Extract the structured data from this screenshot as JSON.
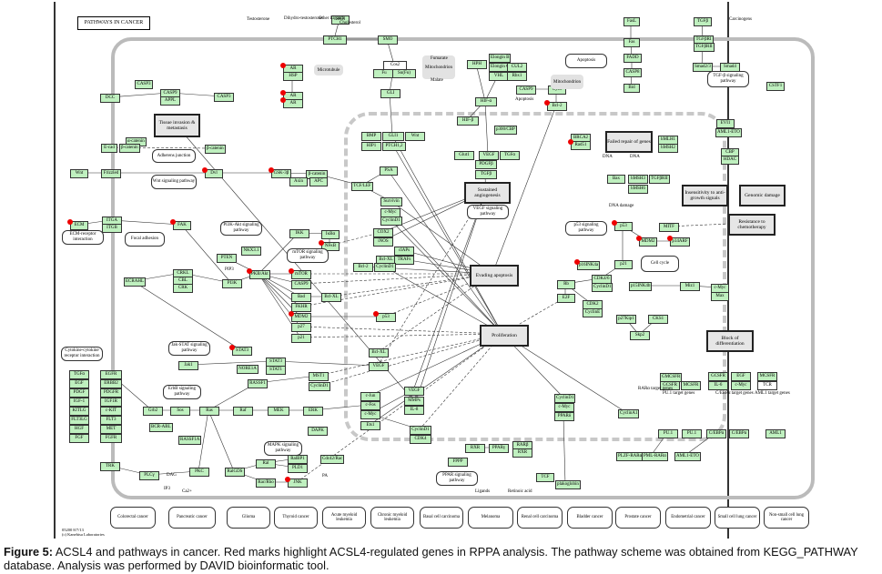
{
  "diagram": {
    "title": "PATHWAYS IN CANCER",
    "copyright": [
      "05200 8/7/13",
      "(c) Kanehisa Laboratories"
    ],
    "highlight_color": "#e00000",
    "gene_box_color": "#bff0bf",
    "genes": [
      {
        "id": "shh",
        "label": "SHH"
      },
      {
        "id": "ptch1",
        "label": "PTCH1"
      },
      {
        "id": "smo",
        "label": "SMO"
      },
      {
        "id": "cos2",
        "label": "Cos2",
        "white": true
      },
      {
        "id": "fu",
        "label": "Fu"
      },
      {
        "id": "sufu",
        "label": "Su(Fu)"
      },
      {
        "id": "gli",
        "label": "GLI"
      },
      {
        "id": "bmp",
        "label": "BMP"
      },
      {
        "id": "gli1",
        "label": "GLI1"
      },
      {
        "id": "wnt2",
        "label": "Wnt"
      },
      {
        "id": "hip1",
        "label": "HIP1"
      },
      {
        "id": "ptch1b",
        "label": "PTCH1,2"
      },
      {
        "id": "fh",
        "label": "FH"
      },
      {
        "id": "hph",
        "label": "HPH"
      },
      {
        "id": "elonginb",
        "label": "Elongin B"
      },
      {
        "id": "elonginc",
        "label": "Elongin C"
      },
      {
        "id": "cul2",
        "label": "CUL2"
      },
      {
        "id": "vhl",
        "label": "VHL"
      },
      {
        "id": "rbx1",
        "label": "Rbx1"
      },
      {
        "id": "hifa",
        "label": "HIF-α"
      },
      {
        "id": "hifb",
        "label": "HIF-β"
      },
      {
        "id": "p300",
        "label": "p300/CBP"
      },
      {
        "id": "glut1",
        "label": "Glut1"
      },
      {
        "id": "vegf1",
        "label": "VEGF"
      },
      {
        "id": "tgfa",
        "label": "TGFα"
      },
      {
        "id": "pdgfb",
        "label": "PDGFβ"
      },
      {
        "id": "tgfb",
        "label": "TGFβ"
      },
      {
        "id": "casp9a",
        "label": "CASP9"
      },
      {
        "id": "cytc",
        "label": "CytC"
      },
      {
        "id": "bcl2a",
        "label": "Bcl-2",
        "red": true
      },
      {
        "id": "fasl",
        "label": "FasL"
      },
      {
        "id": "fas",
        "label": "Fas"
      },
      {
        "id": "fadd",
        "label": "FADD"
      },
      {
        "id": "casp8",
        "label": "CASP8"
      },
      {
        "id": "bid",
        "label": "Bid"
      },
      {
        "id": "brca2",
        "label": "BRCA2"
      },
      {
        "id": "rad51",
        "label": "Rad51",
        "red": true
      },
      {
        "id": "mlh1",
        "label": "hMLH1"
      },
      {
        "id": "msh2",
        "label": "hMSH2"
      },
      {
        "id": "bax",
        "label": "Bax"
      },
      {
        "id": "msh3",
        "label": "hMSH3"
      },
      {
        "id": "tgfbr2b",
        "label": "TGFβRII"
      },
      {
        "id": "msh6",
        "label": "hMSH6"
      },
      {
        "id": "tgfb2",
        "label": "TGFβ"
      },
      {
        "id": "tgfbr1",
        "label": "TGFβRI"
      },
      {
        "id": "tgfbr2",
        "label": "TGFβRII"
      },
      {
        "id": "smad23",
        "label": "Smad2/3"
      },
      {
        "id": "smad4",
        "label": "Smad4"
      },
      {
        "id": "cstf1",
        "label": "CSTF1"
      },
      {
        "id": "evi1",
        "label": "EVI1"
      },
      {
        "id": "aml1eto",
        "label": "AML1-ETO"
      },
      {
        "id": "cbp",
        "label": "CBP"
      },
      {
        "id": "hdac",
        "label": "HDAC"
      },
      {
        "id": "dcc",
        "label": "DCC"
      },
      {
        "id": "casp3a",
        "label": "CASP3"
      },
      {
        "id": "casp9b",
        "label": "CASP9"
      },
      {
        "id": "appl",
        "label": "APPL"
      },
      {
        "id": "casp3b",
        "label": "CASP3"
      },
      {
        "id": "ar1",
        "label": "AR",
        "red": true
      },
      {
        "id": "hsp",
        "label": "HSP"
      },
      {
        "id": "ar2",
        "label": "AR",
        "red": true
      },
      {
        "id": "ar3",
        "label": "AR",
        "red": true
      },
      {
        "id": "acat",
        "label": "α-catenin"
      },
      {
        "id": "ecad",
        "label": "E-cad"
      },
      {
        "id": "bcat1",
        "label": "β-catenin"
      },
      {
        "id": "bcat2",
        "label": "β-catenin"
      },
      {
        "id": "wnt",
        "label": "Wnt"
      },
      {
        "id": "frizzled",
        "label": "Frizzled"
      },
      {
        "id": "dvl",
        "label": "Dvl",
        "red": true
      },
      {
        "id": "gsk3b",
        "label": "GSK-3β",
        "red": true
      },
      {
        "id": "bcat3",
        "label": "β-catenin"
      },
      {
        "id": "axin",
        "label": "Axin"
      },
      {
        "id": "apc",
        "label": "APC"
      },
      {
        "id": "tcflef",
        "label": "TCF/LEF"
      },
      {
        "id": "psa",
        "label": "PSA"
      },
      {
        "id": "survivin",
        "label": "Survivin"
      },
      {
        "id": "cmyc1",
        "label": "c-Myc"
      },
      {
        "id": "cyclind1a",
        "label": "CyclinD1"
      },
      {
        "id": "ecm",
        "label": "ECM",
        "red": true
      },
      {
        "id": "itga",
        "label": "ITGA"
      },
      {
        "id": "itgb",
        "label": "ITGB"
      },
      {
        "id": "fak",
        "label": "FAK",
        "red": true
      },
      {
        "id": "ecrahl",
        "label": "ECRAHL"
      },
      {
        "id": "crkl",
        "label": "CRKL"
      },
      {
        "id": "cbl",
        "label": "CBL"
      },
      {
        "id": "crk",
        "label": "CRK"
      },
      {
        "id": "pten",
        "label": "PTEN"
      },
      {
        "id": "nkx31",
        "label": "NKX3.1"
      },
      {
        "id": "pi3k",
        "label": "PI3K"
      },
      {
        "id": "pkbakt",
        "label": "PKB/Akt",
        "red": true
      },
      {
        "id": "ikk",
        "label": "IKK"
      },
      {
        "id": "ikba",
        "label": "IκBα"
      },
      {
        "id": "nfkb",
        "label": "NFκB",
        "red": true
      },
      {
        "id": "cox2",
        "label": "COX2"
      },
      {
        "id": "inos",
        "label": "iNOS"
      },
      {
        "id": "ciaps",
        "label": "cIAPs"
      },
      {
        "id": "bclxl1",
        "label": "Bcl-XL"
      },
      {
        "id": "traf",
        "label": "TRAFs"
      },
      {
        "id": "bcl2b",
        "label": "Bcl-2"
      },
      {
        "id": "cyclind1b",
        "label": "CyclinD1"
      },
      {
        "id": "mtor",
        "label": "mTOR",
        "red": true
      },
      {
        "id": "casp9c",
        "label": "CASP9"
      },
      {
        "id": "bad",
        "label": "Bad"
      },
      {
        "id": "bclxl2",
        "label": "Bcl-XL"
      },
      {
        "id": "fkhr",
        "label": "FKHR"
      },
      {
        "id": "mdm2a",
        "label": "MDM2",
        "red": true
      },
      {
        "id": "p53a",
        "label": "p53",
        "red": true
      },
      {
        "id": "p27",
        "label": "p27"
      },
      {
        "id": "p21a",
        "label": "p21"
      },
      {
        "id": "stat3a",
        "label": "STAT3",
        "red": true
      },
      {
        "id": "stat3b",
        "label": "STAT3"
      },
      {
        "id": "stat1",
        "label": "STAT1"
      },
      {
        "id": "jak1",
        "label": "Jak1"
      },
      {
        "id": "bclxl3",
        "label": "Bcl-XL"
      },
      {
        "id": "vegf2",
        "label": "VEGF"
      },
      {
        "id": "tgfa2",
        "label": "TGFα"
      },
      {
        "id": "egfr",
        "label": "EGFR"
      },
      {
        "id": "egf",
        "label": "EGF"
      },
      {
        "id": "erbb2",
        "label": "ERBB2"
      },
      {
        "id": "pdgf",
        "label": "PDGF"
      },
      {
        "id": "pdgfr",
        "label": "PDGFR"
      },
      {
        "id": "igf1",
        "label": "IGF-1"
      },
      {
        "id": "igf1r",
        "label": "IGF1R"
      },
      {
        "id": "kitlg",
        "label": "KITLG"
      },
      {
        "id": "ckit",
        "label": "c-KIT"
      },
      {
        "id": "flt3lg",
        "label": "FLT3LG"
      },
      {
        "id": "flt3",
        "label": "FLT3"
      },
      {
        "id": "hgf",
        "label": "HGF"
      },
      {
        "id": "met",
        "label": "MET"
      },
      {
        "id": "fgf",
        "label": "FGF"
      },
      {
        "id": "fgfr",
        "label": "FGFR"
      },
      {
        "id": "grb2",
        "label": "Grb2"
      },
      {
        "id": "sos",
        "label": "Sos"
      },
      {
        "id": "ras",
        "label": "Ras"
      },
      {
        "id": "bcrabl",
        "label": "BCR-ABL"
      },
      {
        "id": "rassf1a",
        "label": "RASSF1A"
      },
      {
        "id": "nore1a",
        "label": "NORE1A"
      },
      {
        "id": "rassf1",
        "label": "RASSF1"
      },
      {
        "id": "mst1",
        "label": "MST1"
      },
      {
        "id": "cyclind1c",
        "label": "CyclinD1"
      },
      {
        "id": "raf",
        "label": "Raf"
      },
      {
        "id": "mek",
        "label": "MEK"
      },
      {
        "id": "erk",
        "label": "ERK"
      },
      {
        "id": "dapk",
        "label": "DAPK"
      },
      {
        "id": "cjun",
        "label": "c-Jun"
      },
      {
        "id": "cfos",
        "label": "c-Fos"
      },
      {
        "id": "cmyc2",
        "label": "c-Myc"
      },
      {
        "id": "ets1",
        "label": "Ets1"
      },
      {
        "id": "vegf3",
        "label": "VEGF"
      },
      {
        "id": "mmps",
        "label": "MMPs"
      },
      {
        "id": "il8",
        "label": "IL-8"
      },
      {
        "id": "cyclind1d",
        "label": "CyclinD1"
      },
      {
        "id": "cdk4",
        "label": "CDK4"
      },
      {
        "id": "trk",
        "label": "TRK"
      },
      {
        "id": "plcg",
        "label": "PLCγ"
      },
      {
        "id": "pkc",
        "label": "PKC"
      },
      {
        "id": "ralgds",
        "label": "RalGDS"
      },
      {
        "id": "ral",
        "label": "Ral"
      },
      {
        "id": "ralbp1",
        "label": "RalBP1"
      },
      {
        "id": "cdc42rac",
        "label": "Cdc42/Rac"
      },
      {
        "id": "pld1",
        "label": "PLD1"
      },
      {
        "id": "racrho",
        "label": "Rac/Rho"
      },
      {
        "id": "jnk",
        "label": "JNK",
        "red": true
      },
      {
        "id": "p53b",
        "label": "p53",
        "red": true
      },
      {
        "id": "mdm2b",
        "label": "MDM2",
        "red": true
      },
      {
        "id": "p14arf",
        "label": "p14ARF",
        "red": true
      },
      {
        "id": "mitf",
        "label": "MITF"
      },
      {
        "id": "p21b",
        "label": "p21"
      },
      {
        "id": "p16ink4a",
        "label": "p16INK4a",
        "red": true
      },
      {
        "id": "cdk46",
        "label": "CDK4/6"
      },
      {
        "id": "cyclind1e",
        "label": "CyclinD1"
      },
      {
        "id": "p15ink4b",
        "label": "p15INK4b"
      },
      {
        "id": "miz1",
        "label": "Miz1"
      },
      {
        "id": "cmyc3",
        "label": "c-Myc"
      },
      {
        "id": "max",
        "label": "Max"
      },
      {
        "id": "rb",
        "label": "Rb"
      },
      {
        "id": "e2f",
        "label": "E2F"
      },
      {
        "id": "cdk2",
        "label": "CDK2"
      },
      {
        "id": "cycline",
        "label": "CyclinE"
      },
      {
        "id": "p27kip1",
        "label": "p27Kip1"
      },
      {
        "id": "cks1",
        "label": "CKS1"
      },
      {
        "id": "skp2",
        "label": "Skp2"
      },
      {
        "id": "pparg1",
        "label": "PPARγ"
      },
      {
        "id": "rxr",
        "label": "RXR"
      },
      {
        "id": "fppp",
        "label": "FPPP"
      },
      {
        "id": "rarb",
        "label": "RARβ"
      },
      {
        "id": "rxr2",
        "label": "RXR"
      },
      {
        "id": "cyclind1f",
        "label": "CyclinD1"
      },
      {
        "id": "cmyc4",
        "label": "c-Myc"
      },
      {
        "id": "ppard",
        "label": "PPARδ"
      },
      {
        "id": "tcf",
        "label": "TCF"
      },
      {
        "id": "plakoglobin",
        "label": "plakoglobin"
      },
      {
        "id": "cyclina1",
        "label": "CyclinA1"
      },
      {
        "id": "plzfrara",
        "label": "PLZF-RARα"
      },
      {
        "id": "pmlrara",
        "label": "PML-RARα"
      },
      {
        "id": "aml1eto2",
        "label": "AML1-ETO"
      },
      {
        "id": "pu1a",
        "label": "PU.1"
      },
      {
        "id": "pu1b",
        "label": "PU.1"
      },
      {
        "id": "cebpa1",
        "label": "C/EBPα"
      },
      {
        "id": "cebpa2",
        "label": "C/EBPα"
      },
      {
        "id": "aml1",
        "label": "AML1"
      },
      {
        "id": "gmcsfr",
        "label": "GMCSFR"
      },
      {
        "id": "gcsfr1",
        "label": "GCSFR"
      },
      {
        "id": "mcsfr1",
        "label": "MCSFR"
      },
      {
        "id": "gcsfr2",
        "label": "GCSFR"
      },
      {
        "id": "egf2",
        "label": "EGF"
      },
      {
        "id": "il6",
        "label": "IL-6"
      },
      {
        "id": "cmyc5",
        "label": "c-Myc"
      },
      {
        "id": "mcsfr2",
        "label": "MCSFR"
      },
      {
        "id": "tcr",
        "label": "TCR",
        "white": true
      }
    ],
    "outcomes": [
      {
        "id": "tissue",
        "label": "Tissue invasion & metastasis"
      },
      {
        "id": "angio",
        "label": "Sustained angiogenesis"
      },
      {
        "id": "evade",
        "label": "Evading apoptosis"
      },
      {
        "id": "prolif",
        "label": "Proliferation"
      },
      {
        "id": "repair",
        "label": "Failed repair of genes"
      },
      {
        "id": "insens",
        "label": "Insensitivity to anti-growth signals"
      },
      {
        "id": "genomic",
        "label": "Genomic damage"
      },
      {
        "id": "resist",
        "label": "Resistance to chemotherapy"
      },
      {
        "id": "block",
        "label": "Block of differentiation"
      }
    ],
    "pathways": [
      {
        "id": "adherens",
        "label": "Adherens junction"
      },
      {
        "id": "wntpw",
        "label": "Wnt signaling pathway"
      },
      {
        "id": "ecmpw",
        "label": "ECM-receptor interaction"
      },
      {
        "id": "focal",
        "label": "Focal adhesion"
      },
      {
        "id": "pi3kpw",
        "label": "PI3K-Akt signaling pathway"
      },
      {
        "id": "mtorpw",
        "label": "mTOR signaling pathway"
      },
      {
        "id": "cytokine",
        "label": "Cytokine-cytokine receptor interaction"
      },
      {
        "id": "jakpw",
        "label": "Jak-STAT signaling pathway"
      },
      {
        "id": "erbbpw",
        "label": "ErbB signaling pathway"
      },
      {
        "id": "mapkpw",
        "label": "MAPK signaling pathway"
      },
      {
        "id": "vegfpw",
        "label": "VEGF signaling pathway"
      },
      {
        "id": "p53pw",
        "label": "p53 signaling pathway"
      },
      {
        "id": "cellcycle",
        "label": "Cell cycle"
      },
      {
        "id": "apoptosis",
        "label": "Apoptosis"
      },
      {
        "id": "tgfbpw",
        "label": "TGF-β signaling pathway"
      },
      {
        "id": "pparpw",
        "label": "PPAR signaling pathway"
      }
    ],
    "compartments": [
      {
        "id": "microtubule",
        "label": "Microtubule"
      },
      {
        "id": "mito1",
        "label": "Mitochondrion"
      },
      {
        "id": "mito2",
        "label": "Mitochondrion"
      }
    ],
    "labels": {
      "testosterone": "Testosterone",
      "dht": "Dihydro-testosterone",
      "otherlig": "Other Ligands",
      "cholesterol": "Cholesterol",
      "fumarate": "Fumarate",
      "malate": "Malate",
      "apoptosis_lbl": "Apoptosis",
      "dna1": "DNA",
      "dna2": "DNA",
      "dnadamage": "DNA damage",
      "carcinogens": "Carcinogens",
      "ligands": "Ligands",
      "retinoic": "Retinoic acid",
      "pip3": "PIP3",
      "dag": "DAG",
      "ip3": "IP3",
      "ca": "Ca2+",
      "pa": "PA",
      "rara_t": "RARα target genes",
      "pu1_t": "PU.1 target genes",
      "cebpa_t": "C/EBPα target genes",
      "aml1_t": "AML1 target genes"
    },
    "cancers": [
      "Colorectal cancer",
      "Pancreatic cancer",
      "Glioma",
      "Thyroid cancer",
      "Acute myeloid leukemia",
      "Chronic myeloid leukemia",
      "Basal cell carcinoma",
      "Melanoma",
      "Renal cell carcinoma",
      "Bladder cancer",
      "Prostate cancer",
      "Endometrial cancer",
      "Small cell lung cancer",
      "Non-small cell lung cancer"
    ]
  },
  "caption": {
    "figure_label": "Figure 5:",
    "text": " ACSL4 and pathways in cancer. Red marks highlight ACSL4-regulated genes in RPPA analysis. The pathway scheme was obtained from KEGG_PATHWAY database. Analysis was performed by DAVID bioinformatic tool."
  }
}
